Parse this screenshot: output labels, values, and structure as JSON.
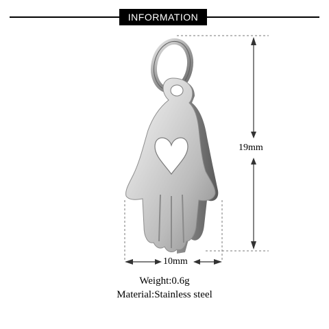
{
  "header": {
    "title": "INFORMATION"
  },
  "dimensions": {
    "height_label": "19mm",
    "width_label": "10mm"
  },
  "specs": {
    "weight": "Weight:0.6g",
    "material": "Material:Stainless steel"
  },
  "colors": {
    "badge_background": "#000000",
    "badge_text": "#ffffff",
    "dimension_line": "#555555",
    "metal_light": "#eeeeee",
    "metal_mid": "#b8b8b8",
    "metal_dark": "#6a6a6a"
  },
  "icons": {
    "pendant": "hamsa-hand-heart-charm"
  }
}
